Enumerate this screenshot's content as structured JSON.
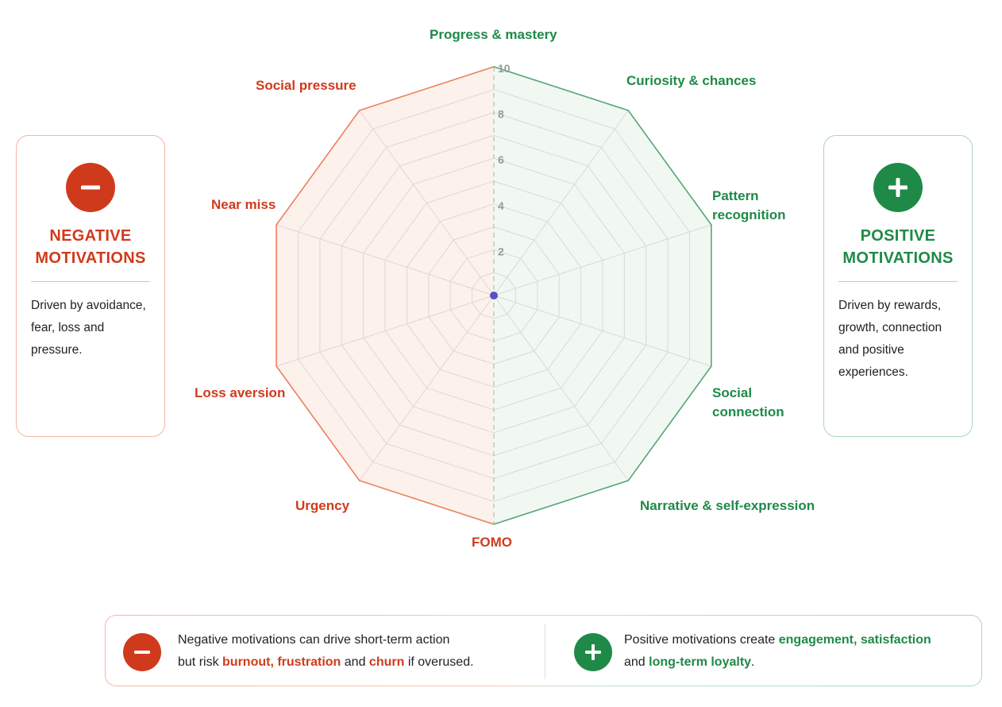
{
  "diagram": {
    "axis_labels": {
      "top": "Progress & mastery",
      "curiosity": "Curiosity & chances",
      "pattern_line1": "Pattern",
      "pattern_line2": "recognition",
      "social_conn_line1": "Social",
      "social_conn_line2": "connection",
      "narrative": "Narrative & self-expression",
      "fomo": "FOMO",
      "urgency": "Urgency",
      "loss": "Loss aversion",
      "near_miss": "Near miss",
      "social_pressure": "Social pressure"
    },
    "scale_ticks": [
      "2",
      "4",
      "6",
      "8",
      "10"
    ],
    "scale_max": 10,
    "center_value": 0
  },
  "negative_card": {
    "title_line1": "NEGATIVE",
    "title_line2": "MOTIVATIONS",
    "description": "Driven by avoidance, fear, loss and pressure."
  },
  "positive_card": {
    "title_line1": "POSITIVE",
    "title_line2": "MOTIVATIONS",
    "description": "Driven by rewards, growth, connection and positive experiences."
  },
  "bottom": {
    "neg_line1": "Negative motivations can drive short-term action",
    "neg_line2_a": "but risk ",
    "neg_hl1": "burnout, frustration",
    "neg_line2_b": " and ",
    "neg_hl2": "churn",
    "neg_line2_c": " if overused.",
    "pos_line1_a": "Positive motivations create ",
    "pos_hl1": "engagement, satisfaction",
    "pos_line2_a": "and ",
    "pos_hl2": "long-term loyalty",
    "pos_line2_b": "."
  },
  "colors": {
    "negative": "#d03a1c",
    "positive": "#1f8a47",
    "negative_fill": "#fdf1ec",
    "positive_fill": "#f1f8f2",
    "center_dot": "#5b4fc4"
  }
}
